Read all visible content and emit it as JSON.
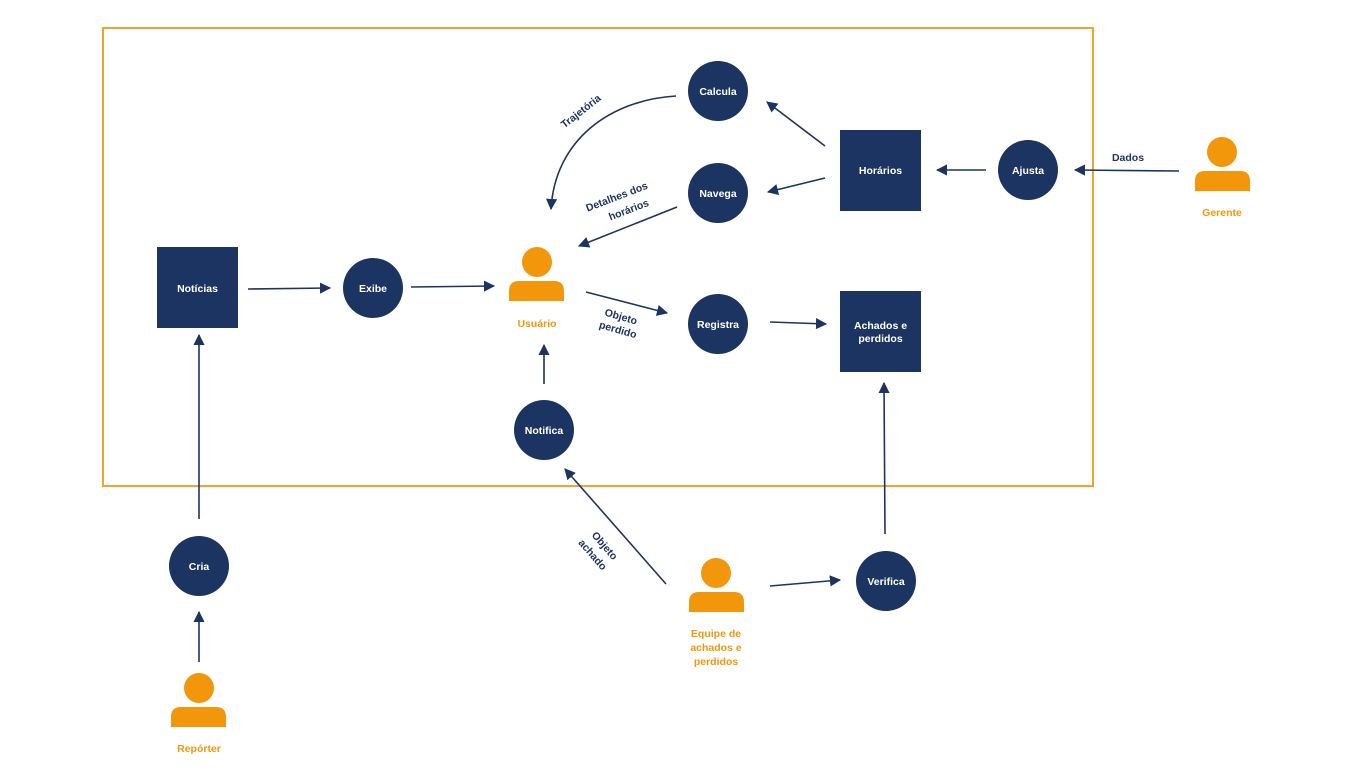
{
  "colors": {
    "node": "#1c3461",
    "actor": "#f2970c",
    "frame": "#eea334",
    "edge": "#1c3461",
    "text_on_node": "#ffffff"
  },
  "actors": {
    "usuario": "Usuário",
    "gerente": "Gerente",
    "reporter": "Repórter",
    "equipe_l1": "Equipe de",
    "equipe_l2": "achados e",
    "equipe_l3": "perdidos"
  },
  "stores": {
    "noticias": "Notícias",
    "horarios": "Horários",
    "achados_l1": "Achados e",
    "achados_l2": "perdidos"
  },
  "processes": {
    "calcula": "Calcula",
    "navega": "Navega",
    "ajusta": "Ajusta",
    "exibe": "Exibe",
    "registra": "Registra",
    "notifica": "Notifica",
    "cria": "Cria",
    "verifica": "Verifica"
  },
  "edge_labels": {
    "trajetoria": "Trajetória",
    "detalhes_l1": "Detalhes dos",
    "detalhes_l2": "horários",
    "dados": "Dados",
    "objeto_perdido_l1": "Objeto",
    "objeto_perdido_l2": "perdido",
    "objeto_achado_l1": "Objeto",
    "objeto_achado_l2": "achado"
  }
}
